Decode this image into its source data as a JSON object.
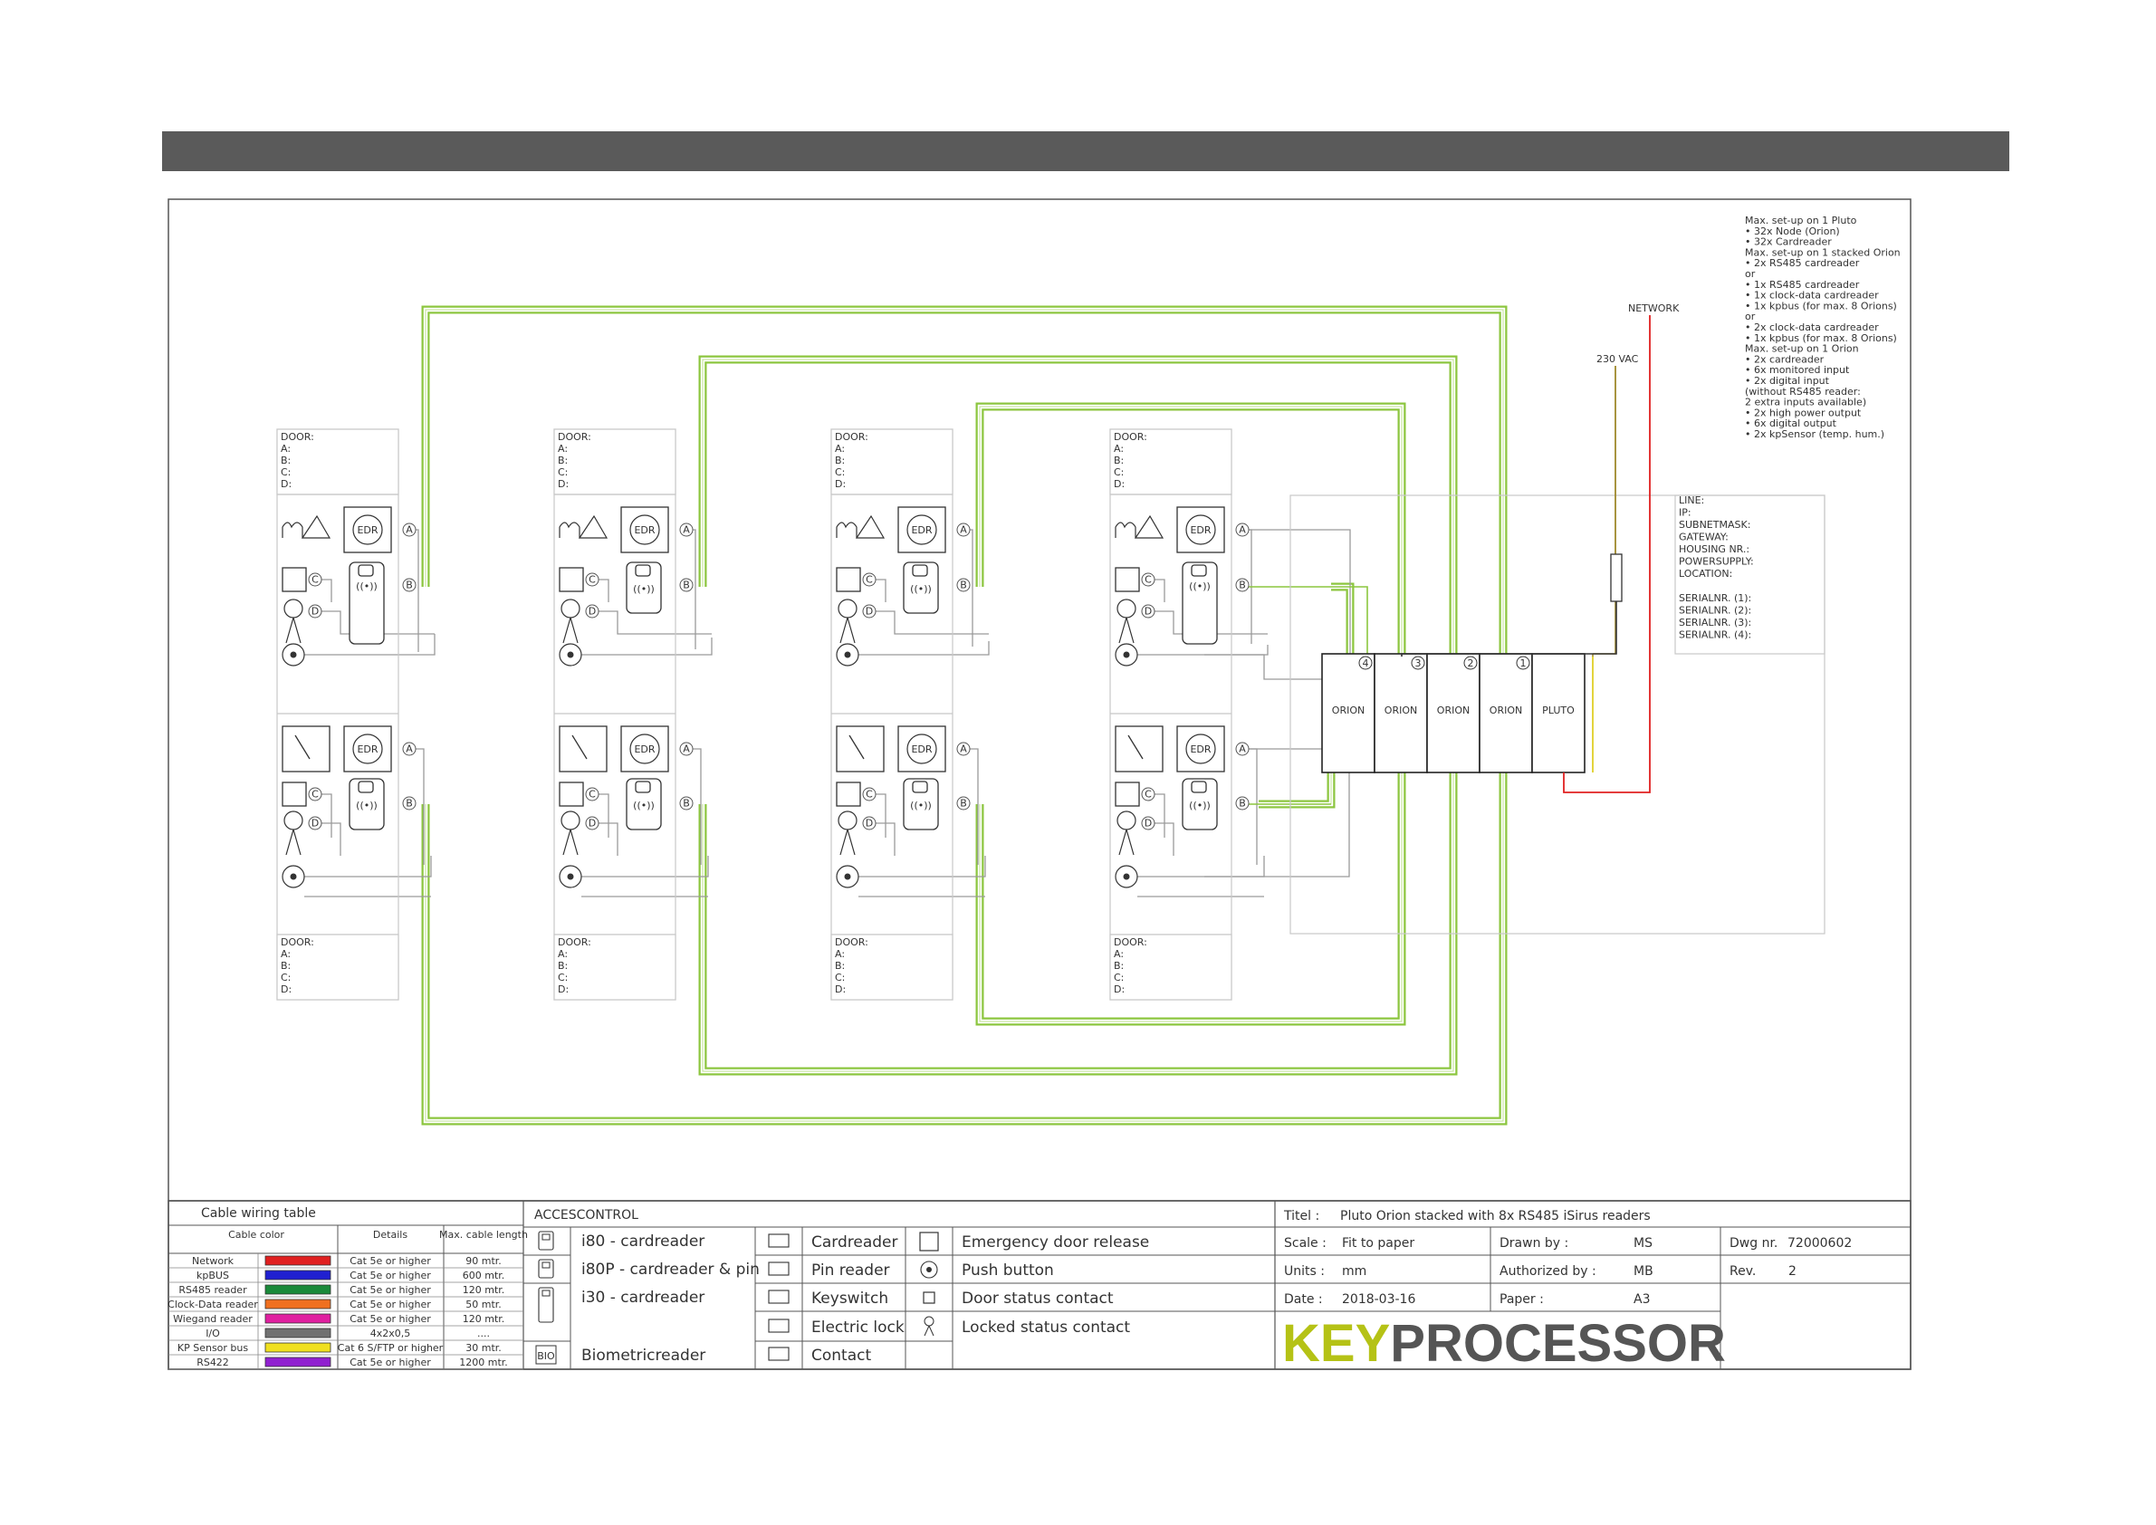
{
  "notes": {
    "lines": [
      "Max. set-up on 1 Pluto",
      "•   32x Node (Orion)",
      "•   32x Cardreader",
      "Max. set-up on 1 stacked Orion",
      "•   2x RS485 cardreader",
      "or",
      "•   1x RS485 cardreader",
      "•   1x clock-data cardreader",
      "•   1x kpbus (for max. 8 Orions)",
      "or",
      "•   2x clock-data cardreader",
      "•   1x kpbus (for max. 8 Orions)",
      "Max. set-up on 1 Orion",
      "•   2x cardreader",
      "•   6x monitored input",
      "•   2x digital input",
      "     (without RS485 reader:",
      "       2 extra inputs available)",
      "•   2x high power output",
      "•   6x digital output",
      "•   2x kpSensor (temp. hum.)"
    ]
  },
  "labels": {
    "network": "NETWORK",
    "vac": "230 VAC",
    "edr": "EDR",
    "port_a": "A",
    "port_b": "B",
    "port_c": "C",
    "port_d": "D"
  },
  "door_lines": [
    "DOOR:",
    "A:",
    "B:",
    "C:",
    "D:"
  ],
  "modules": [
    {
      "label": "ORION",
      "num": "4"
    },
    {
      "label": "ORION",
      "num": "3"
    },
    {
      "label": "ORION",
      "num": "2"
    },
    {
      "label": "ORION",
      "num": "1"
    },
    {
      "label": "PLUTO",
      "num": ""
    }
  ],
  "info_box": [
    "LINE:",
    "IP:",
    "SUBNETMASK:",
    "GATEWAY:",
    "HOUSING NR.:",
    "POWERSUPPLY:",
    "LOCATION:",
    "",
    "SERIALNR. (1):",
    "SERIALNR. (2):",
    "SERIALNR. (3):",
    "SERIALNR. (4):"
  ],
  "cable_table": {
    "title": "Cable wiring table",
    "headers": [
      "Cable color",
      "Details",
      "Max. cable length"
    ],
    "rows": [
      {
        "name": "Network",
        "color": "#e02020",
        "details": "Cat 5e or higher",
        "length": "90 mtr."
      },
      {
        "name": "kpBUS",
        "color": "#2020d0",
        "details": "Cat 5e or higher",
        "length": "600 mtr."
      },
      {
        "name": "RS485 reader",
        "color": "#1a8a3a",
        "details": "Cat 5e or higher",
        "length": "120 mtr."
      },
      {
        "name": "Clock-Data reader",
        "color": "#f07020",
        "details": "Cat 5e or higher",
        "length": "50 mtr."
      },
      {
        "name": "Wiegand reader",
        "color": "#e020a0",
        "details": "Cat 5e or higher",
        "length": "120 mtr."
      },
      {
        "name": "I/O",
        "color": "#707070",
        "details": "4x2x0,5",
        "length": "...."
      },
      {
        "name": "KP Sensor bus",
        "color": "#f0e020",
        "details": "Cat 6 S/FTP or higher",
        "length": "30 mtr."
      },
      {
        "name": "RS422",
        "color": "#9020d0",
        "details": "Cat 5e or higher",
        "length": "1200 mtr."
      }
    ]
  },
  "access": {
    "title": "ACCESCONTROL",
    "readers": [
      {
        "icon": "i80-icon",
        "label": "i80 - cardreader"
      },
      {
        "icon": "i80p-icon",
        "label": "i80P - cardreader & pin"
      },
      {
        "icon": "i30-icon",
        "label": "i30 - cardreader"
      },
      {
        "icon": "bio-icon",
        "label": "Biometricreader",
        "glyph": "BIO"
      }
    ],
    "symbols1": [
      {
        "icon": "cardreader-symbol-icon",
        "label": "Cardreader"
      },
      {
        "icon": "pin-reader-symbol-icon",
        "label": "Pin reader"
      },
      {
        "icon": "keyswitch-symbol-icon",
        "label": "Keyswitch"
      },
      {
        "icon": "electric-lock-symbol-icon",
        "label": "Electric lock"
      },
      {
        "icon": "contact-symbol-icon",
        "label": "Contact"
      }
    ],
    "symbols2": [
      {
        "icon": "emergency-release-symbol-icon",
        "label": "Emergency door release"
      },
      {
        "icon": "push-button-symbol-icon",
        "label": "Push button"
      },
      {
        "icon": "door-status-symbol-icon",
        "label": "Door status contact"
      },
      {
        "icon": "locked-status-symbol-icon",
        "label": "Locked status contact"
      }
    ]
  },
  "title_block": {
    "titel_label": "Titel :",
    "titel_value": "Pluto Orion stacked with 8x RS485 iSirus readers",
    "scale_label": "Scale :",
    "scale_value": "Fit to paper",
    "drawn_label": "Drawn by :",
    "drawn_value": "MS",
    "dwg_label": "Dwg nr.",
    "dwg_value": "72000602",
    "units_label": "Units :",
    "units_value": "mm",
    "auth_label": "Authorized by :",
    "auth_value": "MB",
    "rev_label": "Rev.",
    "rev_value": "2",
    "date_label": "Date :",
    "date_value": "2018-03-16",
    "paper_label": "Paper :",
    "paper_value": "A3",
    "logo_key": "KEY",
    "logo_rest": "PROCESSOR"
  },
  "colors": {
    "header_bar": "#5a5a5a",
    "bus": "#8cc63f",
    "wire": "#9a9a9a",
    "network": "#e02020",
    "power": "#a08a30",
    "logo_key": "#b5c216",
    "logo_rest": "#555555"
  }
}
